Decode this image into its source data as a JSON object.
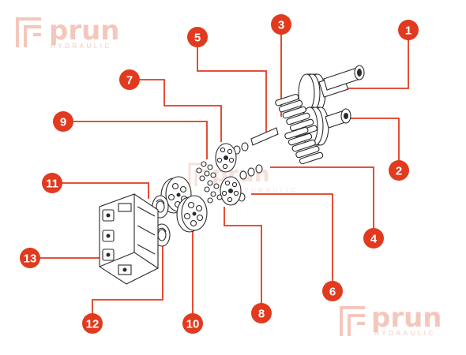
{
  "watermarks": [
    {
      "word": "prun",
      "sub": "HYDRAULIC"
    },
    {
      "word": "prun",
      "sub": "HYDRAULIC"
    },
    {
      "word": "prun",
      "sub": "HYDRAULIC"
    }
  ],
  "callouts": [
    "1",
    "2",
    "3",
    "4",
    "5",
    "6",
    "7",
    "8",
    "9",
    "10",
    "11",
    "12",
    "13"
  ],
  "colors": {
    "accent": "#e13a1f",
    "line": "#2b2b2b",
    "watermark": "#f4c7bc"
  }
}
